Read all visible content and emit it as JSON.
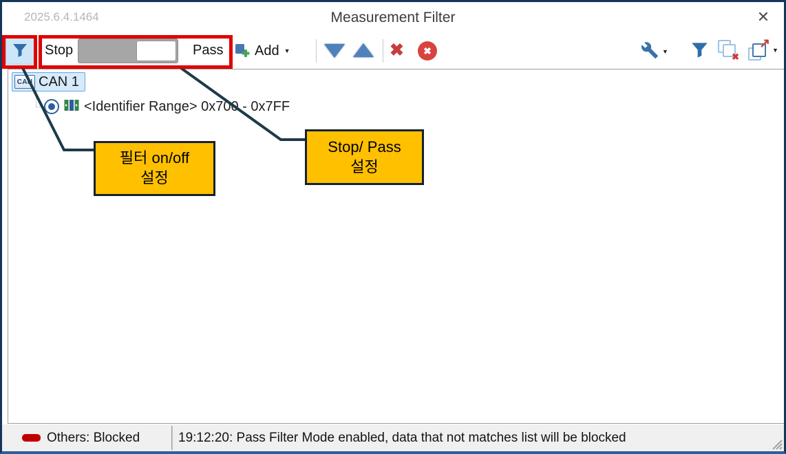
{
  "window": {
    "version": "2025.6.4.1464",
    "title": "Measurement Filter",
    "close_glyph": "✕"
  },
  "toolbar": {
    "stop_label": "Stop",
    "pass_label": "Pass",
    "toggle_state": "Pass",
    "add_label": "Add",
    "caret_glyph": "▼",
    "delete_glyph": "✖",
    "delete_all_glyph": "✖",
    "clear_filter_glyph": "✖",
    "export_arrow_glyph": "↗",
    "icons": {
      "filter_toggle": "funnel-icon",
      "add": "add-item-icon",
      "move_down": "triangle-down-icon",
      "move_up": "triangle-up-icon",
      "delete": "red-x-icon",
      "delete_all": "red-circle-x-icon",
      "settings": "wrench-icon",
      "filter_options": "funnel-icon",
      "clear_filter": "clear-filter-icon",
      "export": "export-icon"
    }
  },
  "tree": {
    "channel": {
      "badge": "CAN",
      "label": "CAN 1"
    },
    "items": [
      {
        "label": "<Identifier Range> 0x700 - 0x7FF"
      }
    ]
  },
  "annotations": {
    "filter_callout": {
      "line1": "필터 on/off",
      "line2": "설정"
    },
    "stop_pass_callout": {
      "line1": "Stop/ Pass",
      "line2": "설정"
    },
    "colors": {
      "highlight": "#e10000",
      "box_fill": "#ffc000",
      "box_border": "#15222e",
      "line": "#1d3a4a"
    }
  },
  "statusbar": {
    "others_label": "Others: Blocked",
    "message": "19:12:20: Pass Filter Mode enabled, data that not matches list will be blocked"
  }
}
